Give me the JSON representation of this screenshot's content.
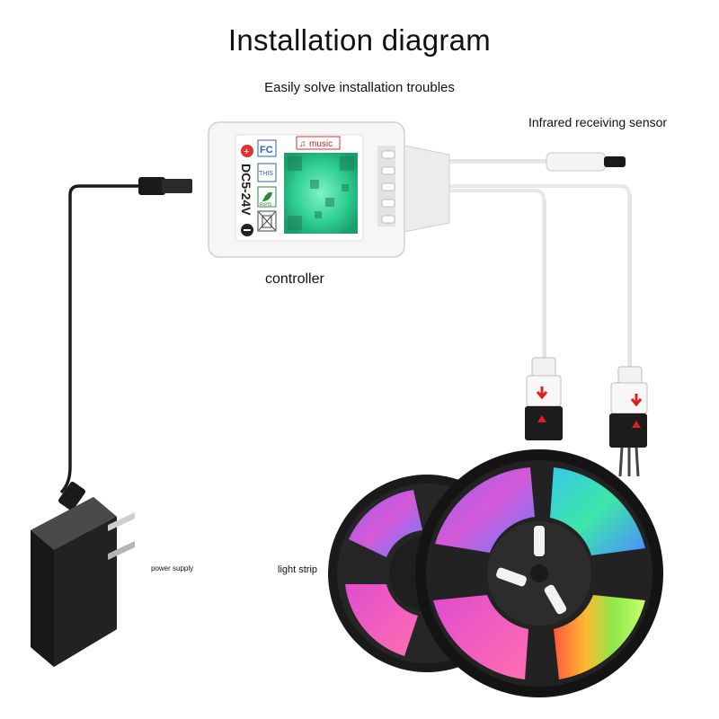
{
  "diagram": {
    "title": "Installation diagram",
    "subtitle": "Easily solve installation troubles",
    "labels": {
      "infrared_sensor": "Infrared receiving sensor",
      "controller": "controller",
      "power_supply": "power supply",
      "light_strip": "light strip"
    },
    "controller": {
      "music_tag": "music",
      "fc_mark": "FC",
      "this_side": "THIS",
      "rohs": "RoHS",
      "voltage": "DC5-24V"
    }
  }
}
